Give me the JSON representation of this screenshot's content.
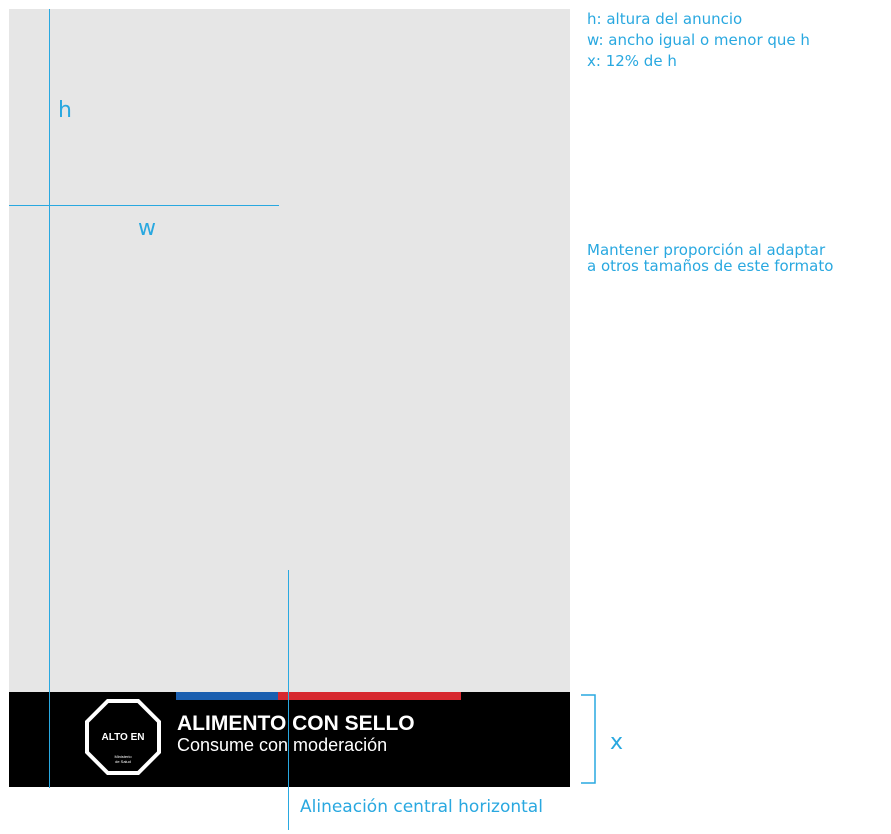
{
  "notes": [
    "h: altura del anuncio",
    "w: ancho igual o menor que h",
    "x: 12% de h"
  ],
  "keep_proportion": [
    "Mantener proporción al adaptar",
    "a otros tamaños de este formato"
  ],
  "labels": {
    "h": "h",
    "w": "w",
    "x": "x",
    "center_alignment": "Alineación central horizontal"
  },
  "footer": {
    "title": "ALIMENTO CON SELLO",
    "subtitle": "Consume con moderación"
  },
  "seal": {
    "top_text": "ALTO EN",
    "bottom_text_line1": "Ministerio",
    "bottom_text_line2": "de Salud"
  },
  "colors": {
    "guide": "#29a8e0",
    "ad_background": "#e6e6e6",
    "footer_background": "#000000",
    "flag_blue": "#1a5fb0",
    "flag_red": "#d7282f"
  }
}
